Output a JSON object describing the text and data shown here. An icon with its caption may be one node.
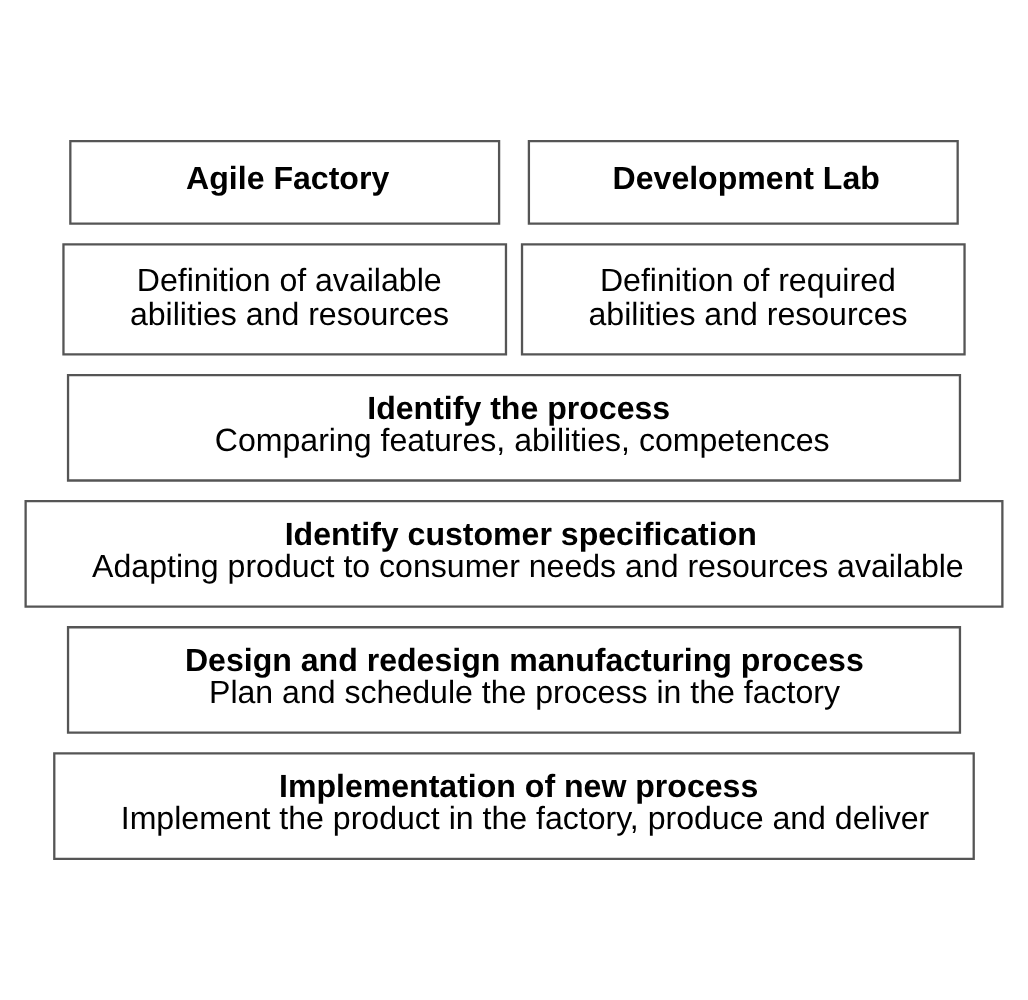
{
  "diagram": {
    "nodes": [
      {
        "text": [
          "Agile Factory"
        ]
      },
      {
        "text": [
          "Development Lab"
        ]
      },
      {
        "text": [
          "Definition of available abilities and resources"
        ]
      },
      {
        "text": [
          "Definition of required abilities and resources"
        ]
      },
      {
        "text": [
          "Identify the process",
          "Comparing features, abilities, competences"
        ]
      },
      {
        "text": [
          "Identify customer specification",
          "Adapting product to consumer needs and resources available"
        ]
      },
      {
        "text": [
          "Design and redesign manufacturing process",
          "Plan and schedule the process in the factory"
        ]
      },
      {
        "text": [
          "Implementation of new process",
          "Implement the product in the factory, produce and deliver"
        ]
      }
    ]
  }
}
